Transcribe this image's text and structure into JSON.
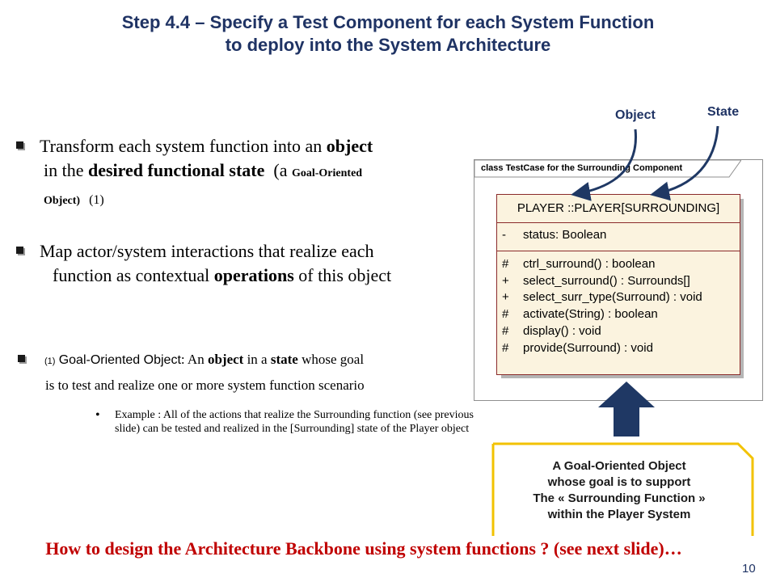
{
  "title": {
    "line1": "Step 4.4 – Specify a Test Component for each System Function",
    "line2": "to deploy into the System Architecture"
  },
  "bullet1": {
    "a": "Transform each system function into an ",
    "b": "object",
    "c": "in the ",
    "d": "desired functional state",
    "e": "(a ",
    "f": "Goal-Oriented",
    "g": "Object)",
    "h": "(1)"
  },
  "bullet2": {
    "a": "Map actor/system interactions that realize each",
    "b": "function as contextual ",
    "c": "operations",
    "d": " of this object"
  },
  "bullet3": {
    "ref": "(1)",
    "term": "Goal-Oriented Object",
    "a": ": An ",
    "b": "object",
    "c": " in a ",
    "d": "state",
    "e": " whose goal",
    "f": "is to test and realize one or more system function scenario"
  },
  "example": {
    "bullet": "•",
    "text": "Example : All of the actions that realize the Surrounding function (see previous slide) can be tested and realized in the [Surrounding] state of the Player object"
  },
  "diagram": {
    "frame_label": "class TestCase for the Surrounding Component",
    "class_name": "PLAYER ::PLAYER[SURROUNDING]",
    "attribute": {
      "vis": "-",
      "text": "status:  Boolean"
    },
    "operations": [
      {
        "vis": "#",
        "text": "ctrl_surround() : boolean"
      },
      {
        "vis": "+",
        "text": "select_surround() : Surrounds[]"
      },
      {
        "vis": "+",
        "text": "select_surr_type(Surround) : void"
      },
      {
        "vis": "#",
        "text": "activate(String) : boolean"
      },
      {
        "vis": "#",
        "text": "display() : void"
      },
      {
        "vis": "#",
        "text": "provide(Surround) : void"
      }
    ],
    "label_object": "Object",
    "label_state": "State"
  },
  "callout": {
    "line1": "A Goal-Oriented Object",
    "line2": "whose goal is to support",
    "line3": "The « Surrounding Function »",
    "line4": "within the Player System"
  },
  "question": "How to design the Architecture Backbone using system functions ? (see next slide)…",
  "page_number": "10",
  "colors": {
    "title": "#1f3364",
    "question": "#c00000",
    "callout_border": "#f2c200",
    "arrow": "#1f3864",
    "class_fill": "#fbf3df",
    "class_border": "#8a2a2a"
  }
}
